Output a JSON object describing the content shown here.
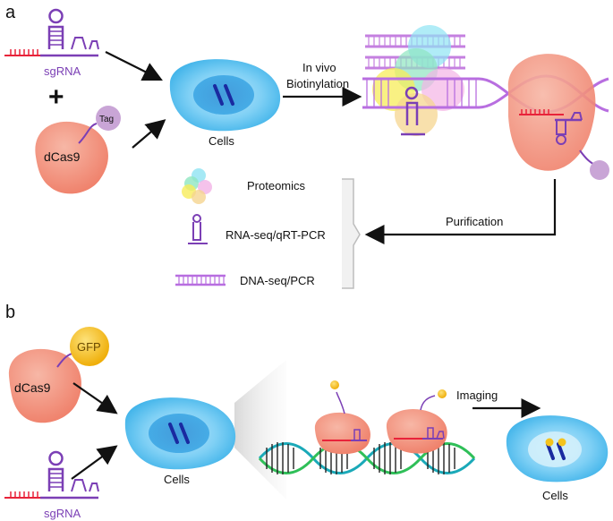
{
  "panel_a": {
    "panel_letter": "a",
    "sgrna_label": "sgRNA",
    "plus_sign": "+",
    "dcas9_label": "dCas9",
    "tag_label": "Tag",
    "cells_label": "Cells",
    "arrow_label_line1": "In vivo",
    "arrow_label_line2": "Biotinylation",
    "purification_label": "Purification",
    "outputs": [
      "Proteomics",
      "RNA-seq/qRT-PCR",
      "DNA-seq/PCR"
    ]
  },
  "panel_b": {
    "panel_letter": "b",
    "gfp_label": "GFP",
    "dcas9_label": "dCas9",
    "sgrna_label": "sgRNA",
    "cells_label": "Cells",
    "imaging_label": "Imaging",
    "cells_label_right": "Cells"
  },
  "colors": {
    "purple": "#7b3fb5",
    "red": "#e8233a",
    "cas9": "#f3907c",
    "cell_outer": "#6cc8f2",
    "cell_inner": "#2aa2e2",
    "gfp": "#f4c31d",
    "dna_teal": "#1aa9b8",
    "dna_green": "#2fbf58"
  }
}
